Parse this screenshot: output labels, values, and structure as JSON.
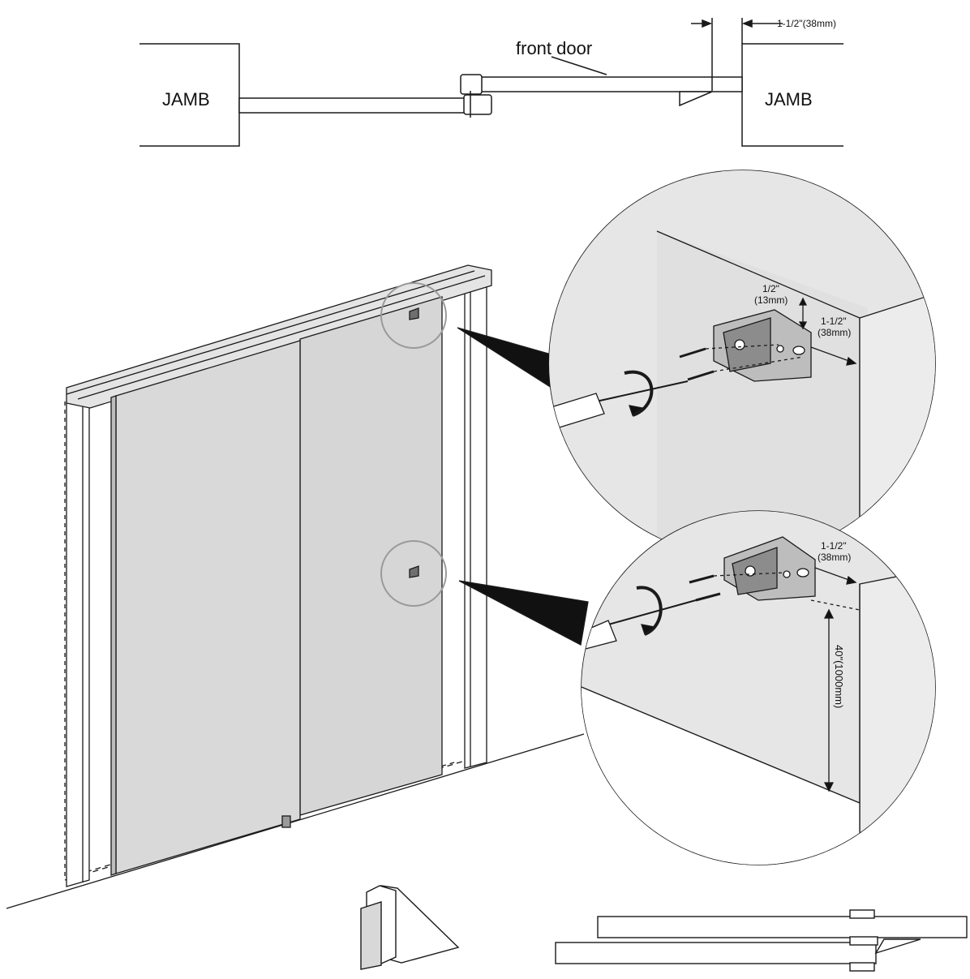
{
  "top_plan": {
    "jamb_left": "JAMB",
    "jamb_right": "JAMB",
    "door_label": "front door",
    "offset_label": "1-1/2\"(38mm)"
  },
  "detail_upper": {
    "dim_vertical_line1": "1/2\"",
    "dim_vertical_line2": "(13mm)",
    "dim_horizontal_line1": "1-1/2\"",
    "dim_horizontal_line2": "(38mm)"
  },
  "detail_lower": {
    "dim_horizontal_line1": "1-1/2\"",
    "dim_horizontal_line2": "(38mm)",
    "dim_height": "40\"(1000mm)"
  },
  "colors": {
    "line": "#1a1a1a",
    "panel_fill": "#d9d9d9",
    "wall_fill": "#e6e6e6",
    "bracket_fill": "#8c8c8c",
    "rail_fill": "#cfcfcf"
  }
}
